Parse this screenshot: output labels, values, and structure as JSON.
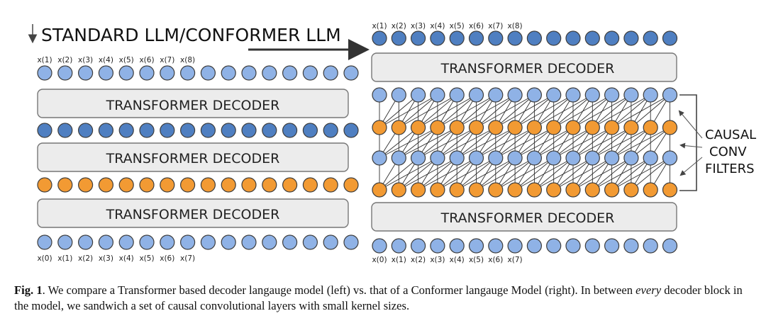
{
  "figure": {
    "left_diagram_title": "STANDARD LLM/CONFORMER LLM",
    "decoder_block_label": "TRANSFORMER DECODER",
    "output_labels": [
      "x(1)",
      "x(2)",
      "x(3)",
      "x(4)",
      "x(5)",
      "x(6)",
      "x(7)",
      "x(8)"
    ],
    "input_labels": [
      "x(0)",
      "x(1)",
      "x(2)",
      "x(3)",
      "x(4)",
      "x(5)",
      "x(6)",
      "x(7)"
    ],
    "annotation_lines": [
      "CAUSAL",
      "CONV",
      "FILTERS"
    ],
    "colors": {
      "light_blue": "#8fb2e6",
      "dark_blue": "#4f7fc1",
      "orange": "#f29a33",
      "node_stroke": "#3d3d3d",
      "block_fill": "#ececec",
      "block_stroke": "#777777"
    }
  },
  "caption": {
    "label": "Fig. 1",
    "sentence1": ". We compare a Transformer based decoder langauge model (left) vs. that of a Conformer langauge Model (right). In between ",
    "emphasis": "every",
    "sentence2": " decoder block in the model, we sandwich a set of causal convolutional layers with small kernel sizes."
  }
}
